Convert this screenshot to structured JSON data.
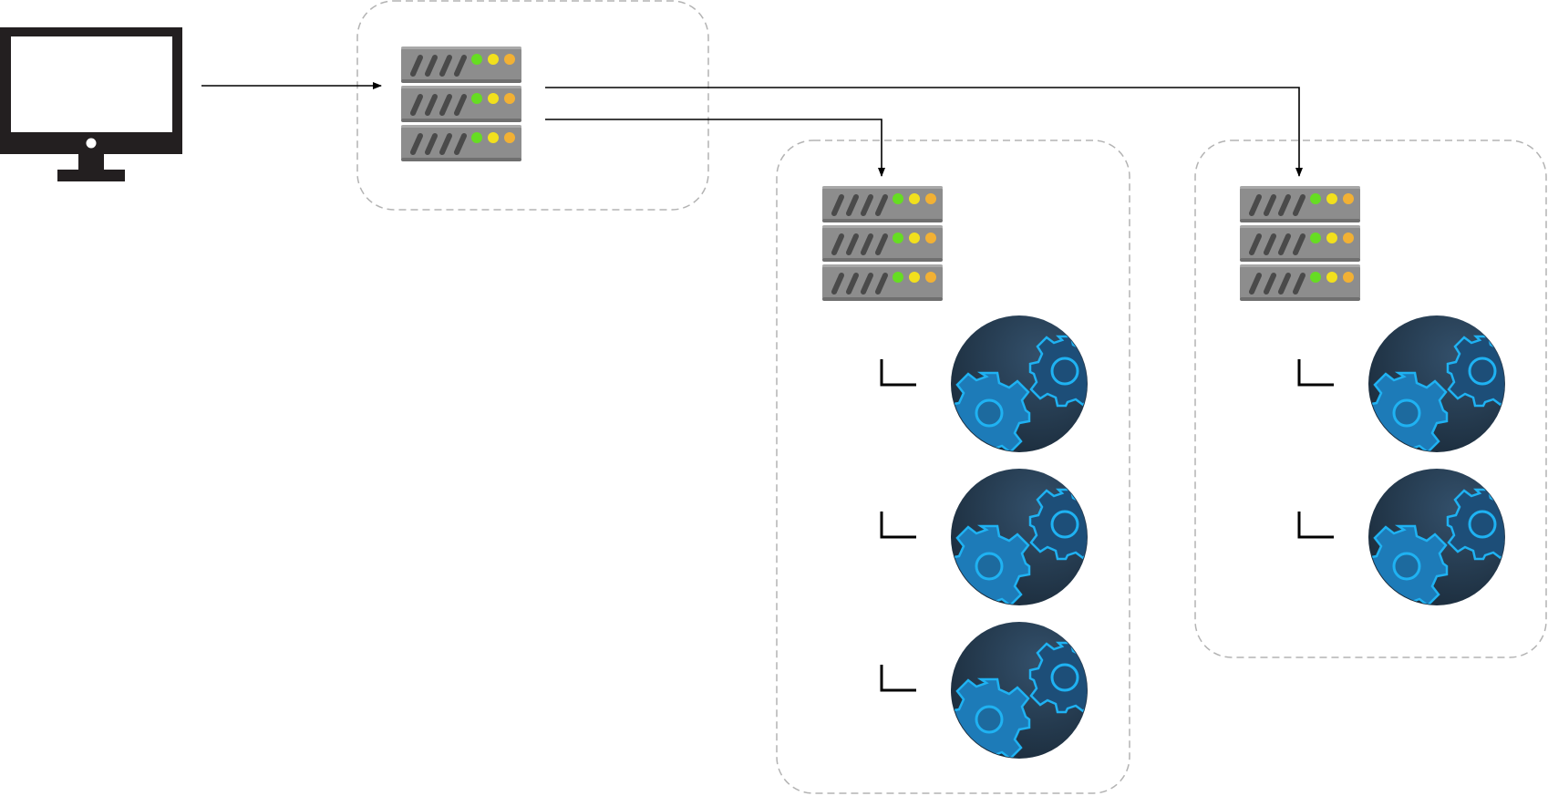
{
  "diagram": {
    "nodes": [
      {
        "id": "client",
        "kind": "monitor-icon"
      },
      {
        "id": "gateway-server",
        "kind": "server-rack-icon",
        "group": "gateway"
      },
      {
        "id": "cluster-a-server",
        "kind": "server-rack-icon",
        "group": "cluster-a"
      },
      {
        "id": "cluster-a-service-1",
        "kind": "gears-icon",
        "group": "cluster-a"
      },
      {
        "id": "cluster-a-service-2",
        "kind": "gears-icon",
        "group": "cluster-a"
      },
      {
        "id": "cluster-a-service-3",
        "kind": "gears-icon",
        "group": "cluster-a"
      },
      {
        "id": "cluster-b-server",
        "kind": "server-rack-icon",
        "group": "cluster-b"
      },
      {
        "id": "cluster-b-service-1",
        "kind": "gears-icon",
        "group": "cluster-b"
      },
      {
        "id": "cluster-b-service-2",
        "kind": "gears-icon",
        "group": "cluster-b"
      }
    ],
    "edges": [
      {
        "from": "client",
        "to": "gateway-server"
      },
      {
        "from": "gateway-server",
        "to": "cluster-a-server"
      },
      {
        "from": "gateway-server",
        "to": "cluster-b-server"
      }
    ],
    "groups": [
      "gateway",
      "cluster-a",
      "cluster-b"
    ]
  },
  "colors": {
    "monitor": "#231f20",
    "server_body": "#8d8d8d",
    "server_slot": "#4a4a4a",
    "led_green": "#66dd22",
    "led_yellow": "#f2e01d",
    "led_orange": "#f2b134",
    "gear_bg_dark": "#1f3142",
    "gear_bg_light": "#2e4a63",
    "gear_fill": "#1d7bb8",
    "gear_stroke": "#1fb2f2",
    "group_border": "#b3b3b3",
    "edge": "#000000"
  }
}
